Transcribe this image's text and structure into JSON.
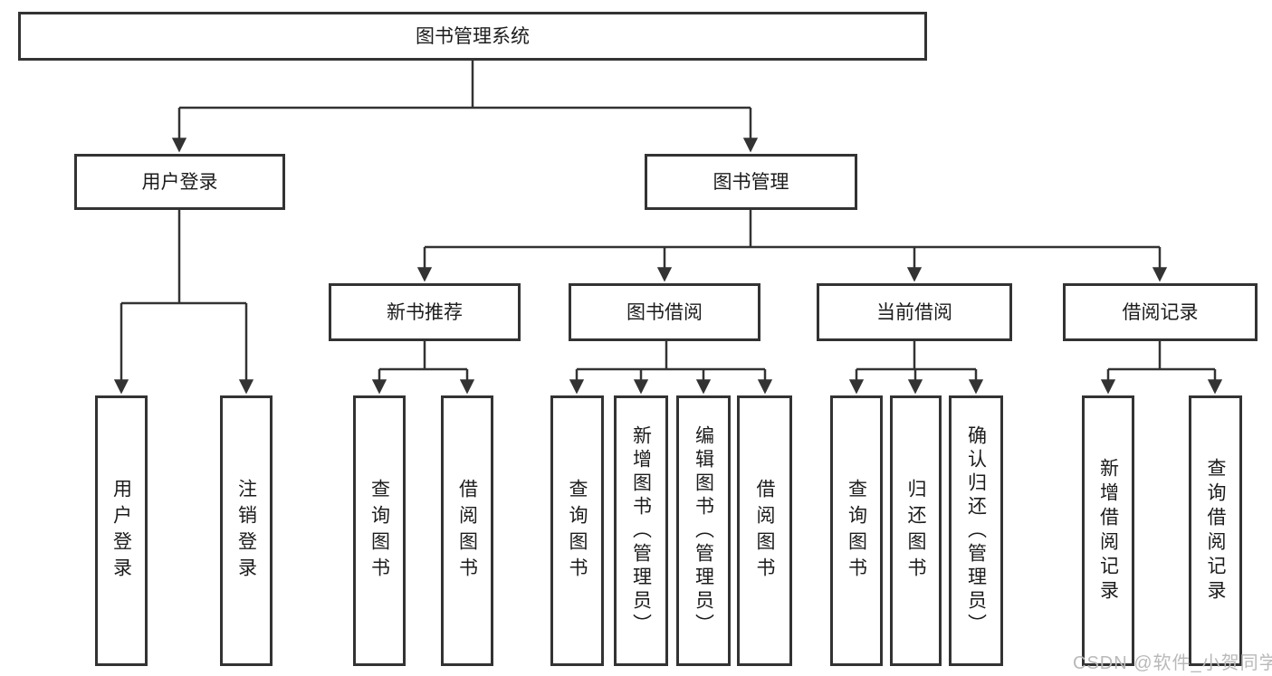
{
  "diagram": {
    "type": "tree-diagram",
    "colors": {
      "line": "#333333",
      "box_border": "#333333",
      "text": "#1c1c1c",
      "background": "#ffffff",
      "watermark": "#b9b9b9"
    },
    "watermark": "CSDN @软件_小贺同学",
    "tree": {
      "root": {
        "label": "图书管理系统",
        "children": [
          {
            "label": "用户登录",
            "children": [
              {
                "label": "用户登录"
              },
              {
                "label": "注销登录"
              }
            ]
          },
          {
            "label": "图书管理",
            "children": [
              {
                "label": "新书推荐",
                "children": [
                  {
                    "label": "查询图书"
                  },
                  {
                    "label": "借阅图书"
                  }
                ]
              },
              {
                "label": "图书借阅",
                "children": [
                  {
                    "label": "查询图书"
                  },
                  {
                    "label": "新增图书（管理员）"
                  },
                  {
                    "label": "编辑图书（管理员）"
                  },
                  {
                    "label": "借阅图书"
                  }
                ]
              },
              {
                "label": "当前借阅",
                "children": [
                  {
                    "label": "查询图书"
                  },
                  {
                    "label": "归还图书"
                  },
                  {
                    "label": "确认归还（管理员）"
                  }
                ]
              },
              {
                "label": "借阅记录",
                "children": [
                  {
                    "label": "新增借阅记录"
                  },
                  {
                    "label": "查询借阅记录"
                  }
                ]
              }
            ]
          }
        ]
      }
    }
  }
}
